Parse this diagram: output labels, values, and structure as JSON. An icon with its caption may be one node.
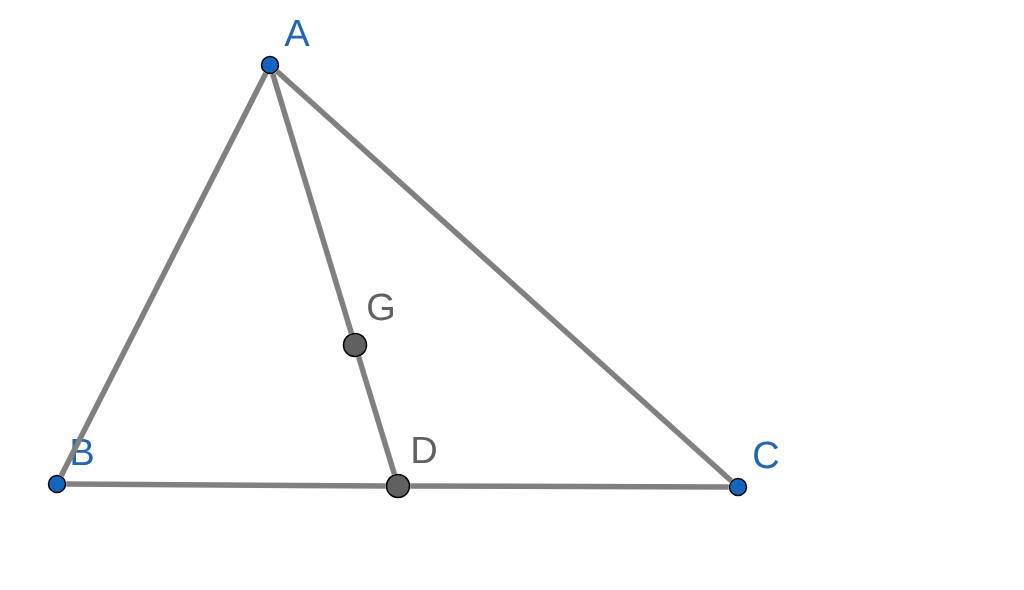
{
  "diagram": {
    "nodes": [
      {
        "text": [
          "A"
        ]
      },
      {
        "text": [
          "B"
        ]
      },
      {
        "text": [
          "C"
        ]
      },
      {
        "text": [
          "D"
        ]
      },
      {
        "text": [
          "G"
        ]
      }
    ],
    "edges": [
      {
        "from": 0,
        "to": 1,
        "arrow": "none"
      },
      {
        "from": 0,
        "to": 2,
        "arrow": "none"
      },
      {
        "from": 1,
        "to": 3,
        "arrow": "none"
      },
      {
        "from": 3,
        "to": 2,
        "arrow": "none"
      },
      {
        "from": 0,
        "to": 4,
        "arrow": "none"
      },
      {
        "from": 4,
        "to": 3,
        "arrow": "none"
      }
    ]
  }
}
